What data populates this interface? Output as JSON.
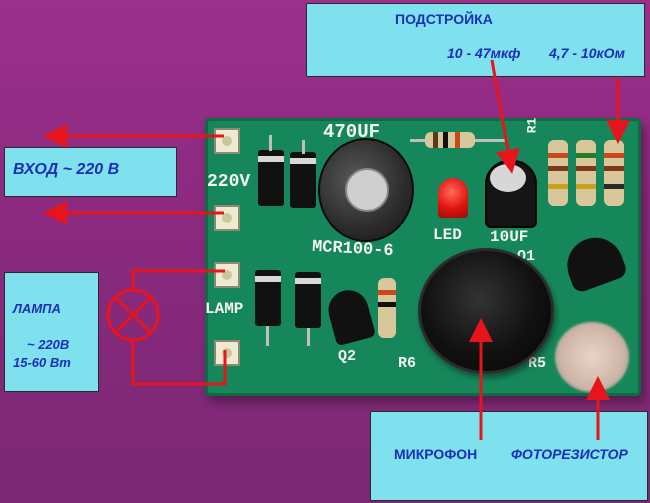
{
  "tuning_panel": {
    "title": "ПОДСТРОЙКА",
    "capacitor_range": "10 - 47мкф",
    "resistor_range": "4,7 - 10кОм"
  },
  "input_panel": {
    "label": "ВХОД ~ 220 В"
  },
  "lamp_panel": {
    "title": "ЛАМПА",
    "voltage": "~ 220В",
    "power": "15-60 Вт"
  },
  "bottom_panel": {
    "microphone": "МИКРОФОН",
    "photoresistor": "ФОТОРЕЗИСТОР"
  },
  "board_labels": {
    "cap_big": "470UF",
    "voltage": "220V",
    "model": "MCR100-6",
    "led": "LED",
    "cap_small": "10UF",
    "q1": "Q1",
    "lamp": "LAMP",
    "q2": "Q2",
    "r6": "R6",
    "r5": "R5",
    "r1": "R1"
  },
  "colors": {
    "background": "#8d2a80",
    "panel": "#7fe0ee",
    "panel_text": "#1b2fb8",
    "board": "#16875b",
    "arrow": "#e8141b"
  }
}
